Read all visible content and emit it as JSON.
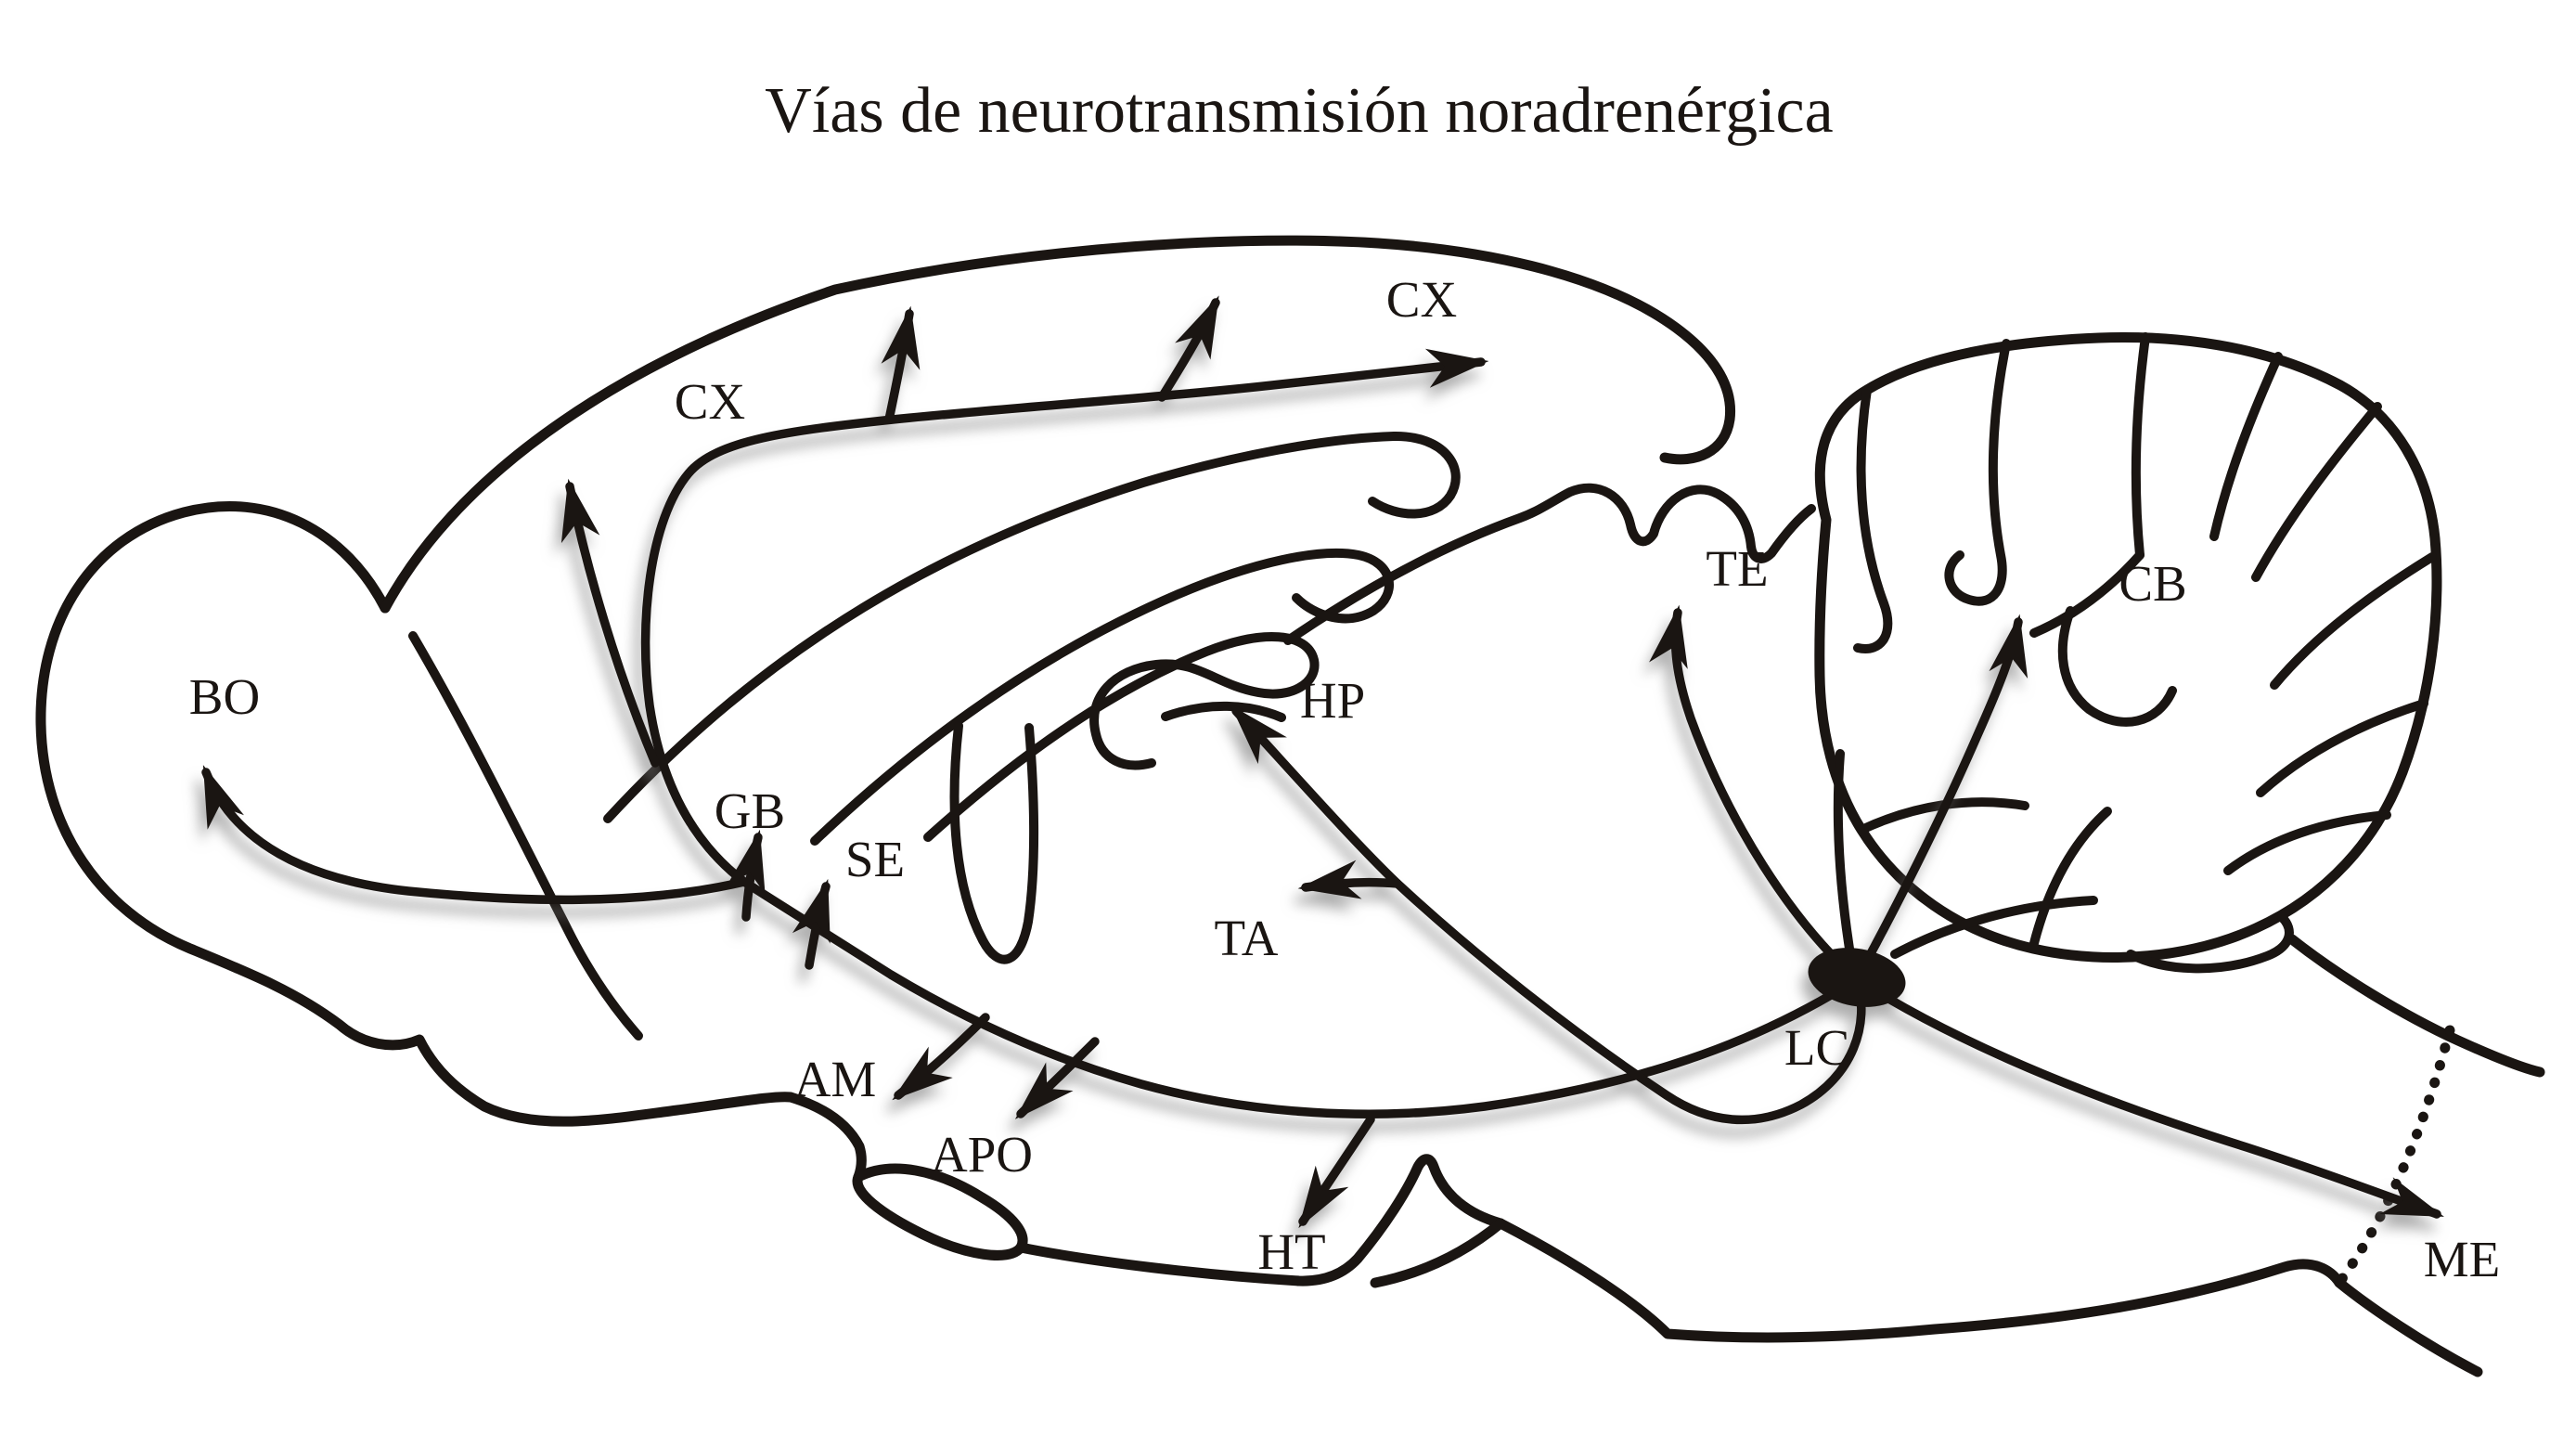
{
  "title": "Vías de neurotransmisión noradrenérgica",
  "diagram": {
    "type": "brain-pathway-diagram",
    "description_visible": false,
    "ink_color": "#1a1512",
    "background_color": "#ffffff",
    "origin_node": "LC"
  },
  "labels": {
    "cx_left": "CX",
    "cx_right": "CX",
    "bo": "BO",
    "gb": "GB",
    "se": "SE",
    "am": "AM",
    "apo": "APO",
    "ht": "HT",
    "ta": "TA",
    "hp": "HP",
    "te": "TE",
    "cb": "CB",
    "lc": "LC",
    "me": "ME"
  }
}
